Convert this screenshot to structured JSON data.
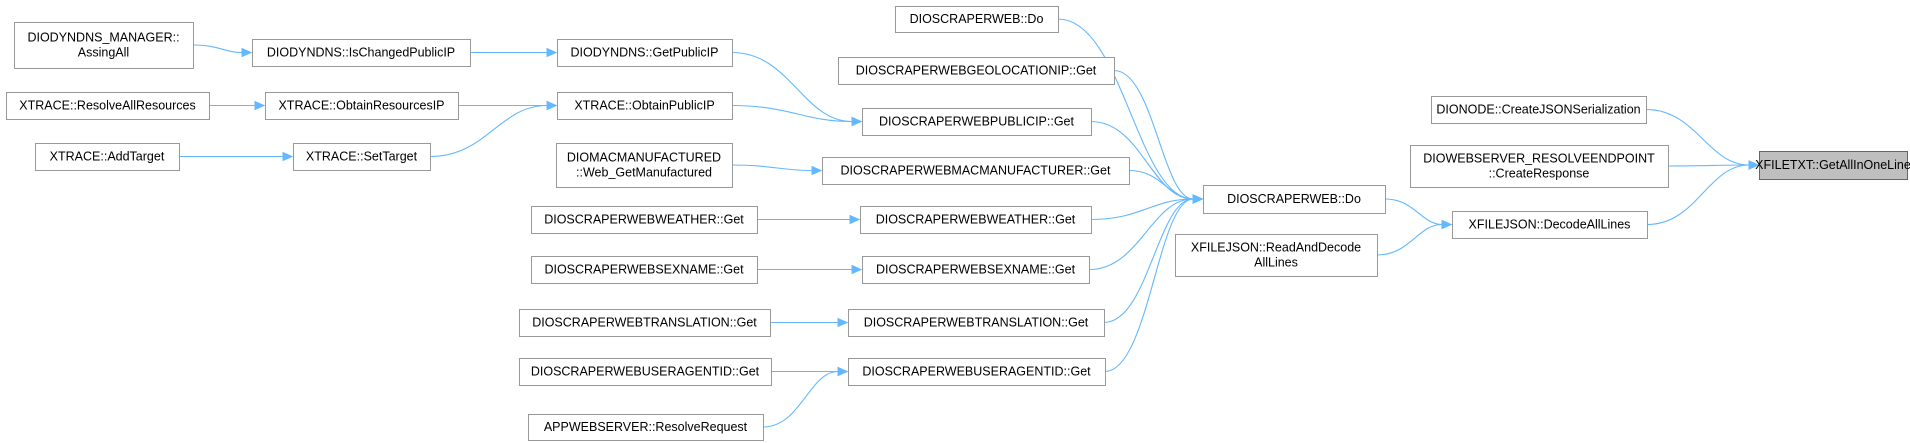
{
  "graph": {
    "title": "",
    "nodes": {
      "target": [
        "XFILETXT::GetAllInOneLine"
      ],
      "dionode_createjson": [
        "DIONODE::CreateJSONSerialization"
      ],
      "diowebserver_resolve": [
        "DIOWEBSERVER_RESOLVEENDPOINT",
        "::CreateResponse"
      ],
      "xfilejson_decode": [
        "XFILEJSON::DecodeAllLines"
      ],
      "dioscraperweb_do_main": [
        "DIOSCRAPERWEB::Do"
      ],
      "xfilejson_readdecode": [
        "XFILEJSON::ReadAndDecode",
        "AllLines"
      ],
      "dioscraperweb_do_top": [
        "DIOSCRAPERWEB::Do"
      ],
      "geolocation_get": [
        "DIOSCRAPERWEBGEOLOCATIONIP::Get"
      ],
      "publicip_get": [
        "DIOSCRAPERWEBPUBLICIP::Get"
      ],
      "macmanufacturer_get": [
        "DIOSCRAPERWEBMACMANUFACTURER::Get"
      ],
      "weather_get": [
        "DIOSCRAPERWEBWEATHER::Get"
      ],
      "sexname_get": [
        "DIOSCRAPERWEBSEXNAME::Get"
      ],
      "translation_get": [
        "DIOSCRAPERWEBTRANSLATION::Get"
      ],
      "useragentid_get": [
        "DIOSCRAPERWEBUSERAGENTID::Get"
      ],
      "diodyndns_getpublicip": [
        "DIODYNDNS::GetPublicIP"
      ],
      "xtrace_obtainpublicip": [
        "XTRACE::ObtainPublicIP"
      ],
      "diomac_webget": [
        "DIOMACMANUFACTURED",
        "::Web_GetManufactured"
      ],
      "weather_get_left": [
        "DIOSCRAPERWEBWEATHER::Get"
      ],
      "sexname_get_left": [
        "DIOSCRAPERWEBSEXNAME::Get"
      ],
      "translation_get_left": [
        "DIOSCRAPERWEBTRANSLATION::Get"
      ],
      "useragentid_get_left": [
        "DIOSCRAPERWEBUSERAGENTID::Get"
      ],
      "appwebserver_resolve": [
        "APPWEBSERVER::ResolveRequest"
      ],
      "diodyndns_ischanged": [
        "DIODYNDNS::IsChangedPublicIP"
      ],
      "xtrace_obtainresources": [
        "XTRACE::ObtainResourcesIP"
      ],
      "xtrace_settarget": [
        "XTRACE::SetTarget"
      ],
      "diodyndns_manager_assing": [
        "DIODYNDNS_MANAGER::",
        "AssingAll"
      ],
      "xtrace_resolveall": [
        "XTRACE::ResolveAllResources"
      ],
      "xtrace_addtarget": [
        "XTRACE::AddTarget"
      ]
    },
    "edges": [
      [
        "dionode_createjson",
        "target"
      ],
      [
        "diowebserver_resolve",
        "target"
      ],
      [
        "xfilejson_decode",
        "target"
      ],
      [
        "dioscraperweb_do_main",
        "xfilejson_decode"
      ],
      [
        "xfilejson_readdecode",
        "xfilejson_decode"
      ],
      [
        "dioscraperweb_do_top",
        "dioscraperweb_do_main"
      ],
      [
        "geolocation_get",
        "dioscraperweb_do_main"
      ],
      [
        "publicip_get",
        "dioscraperweb_do_main"
      ],
      [
        "macmanufacturer_get",
        "dioscraperweb_do_main"
      ],
      [
        "weather_get",
        "dioscraperweb_do_main"
      ],
      [
        "sexname_get",
        "dioscraperweb_do_main"
      ],
      [
        "translation_get",
        "dioscraperweb_do_main"
      ],
      [
        "useragentid_get",
        "dioscraperweb_do_main"
      ],
      [
        "diodyndns_getpublicip",
        "publicip_get"
      ],
      [
        "xtrace_obtainpublicip",
        "publicip_get"
      ],
      [
        "diomac_webget",
        "macmanufacturer_get"
      ],
      [
        "weather_get_left",
        "weather_get"
      ],
      [
        "sexname_get_left",
        "sexname_get"
      ],
      [
        "translation_get_left",
        "translation_get"
      ],
      [
        "useragentid_get_left",
        "useragentid_get"
      ],
      [
        "appwebserver_resolve",
        "useragentid_get"
      ],
      [
        "diodyndns_ischanged",
        "diodyndns_getpublicip"
      ],
      [
        "xtrace_obtainresources",
        "xtrace_obtainpublicip"
      ],
      [
        "xtrace_settarget",
        "xtrace_obtainpublicip"
      ],
      [
        "diodyndns_manager_assing",
        "diodyndns_ischanged"
      ],
      [
        "xtrace_resolveall",
        "xtrace_obtainresources"
      ],
      [
        "xtrace_addtarget",
        "xtrace_settarget"
      ]
    ],
    "colors": {
      "edge": "#63b8ff",
      "node_border": "#999999",
      "root_fill": "#bfbfbf",
      "root_border": "#666666"
    }
  }
}
